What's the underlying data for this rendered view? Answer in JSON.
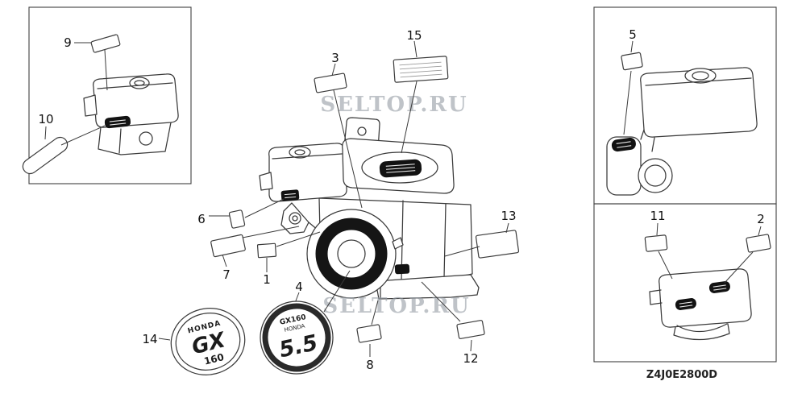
{
  "diagram": {
    "watermark": "SELTOP.RU",
    "code": "Z4J0E2800D",
    "callouts": {
      "n1": "1",
      "n2": "2",
      "n3": "3",
      "n4": "4",
      "n5": "5",
      "n6": "6",
      "n7": "7",
      "n8": "8",
      "n9": "9",
      "n10": "10",
      "n11": "11",
      "n12": "12",
      "n13": "13",
      "n14": "14",
      "n15": "15"
    },
    "emblem_gx160": {
      "brand": "HONDA",
      "model": "GX",
      "displacement": "160"
    },
    "emblem_55": {
      "model": "GX160",
      "brand": "HONDA",
      "power": "5.5"
    }
  },
  "colors": {
    "ink": "#3a3a3a",
    "label_fill": "#121212",
    "watermark": "#98a0a8"
  }
}
